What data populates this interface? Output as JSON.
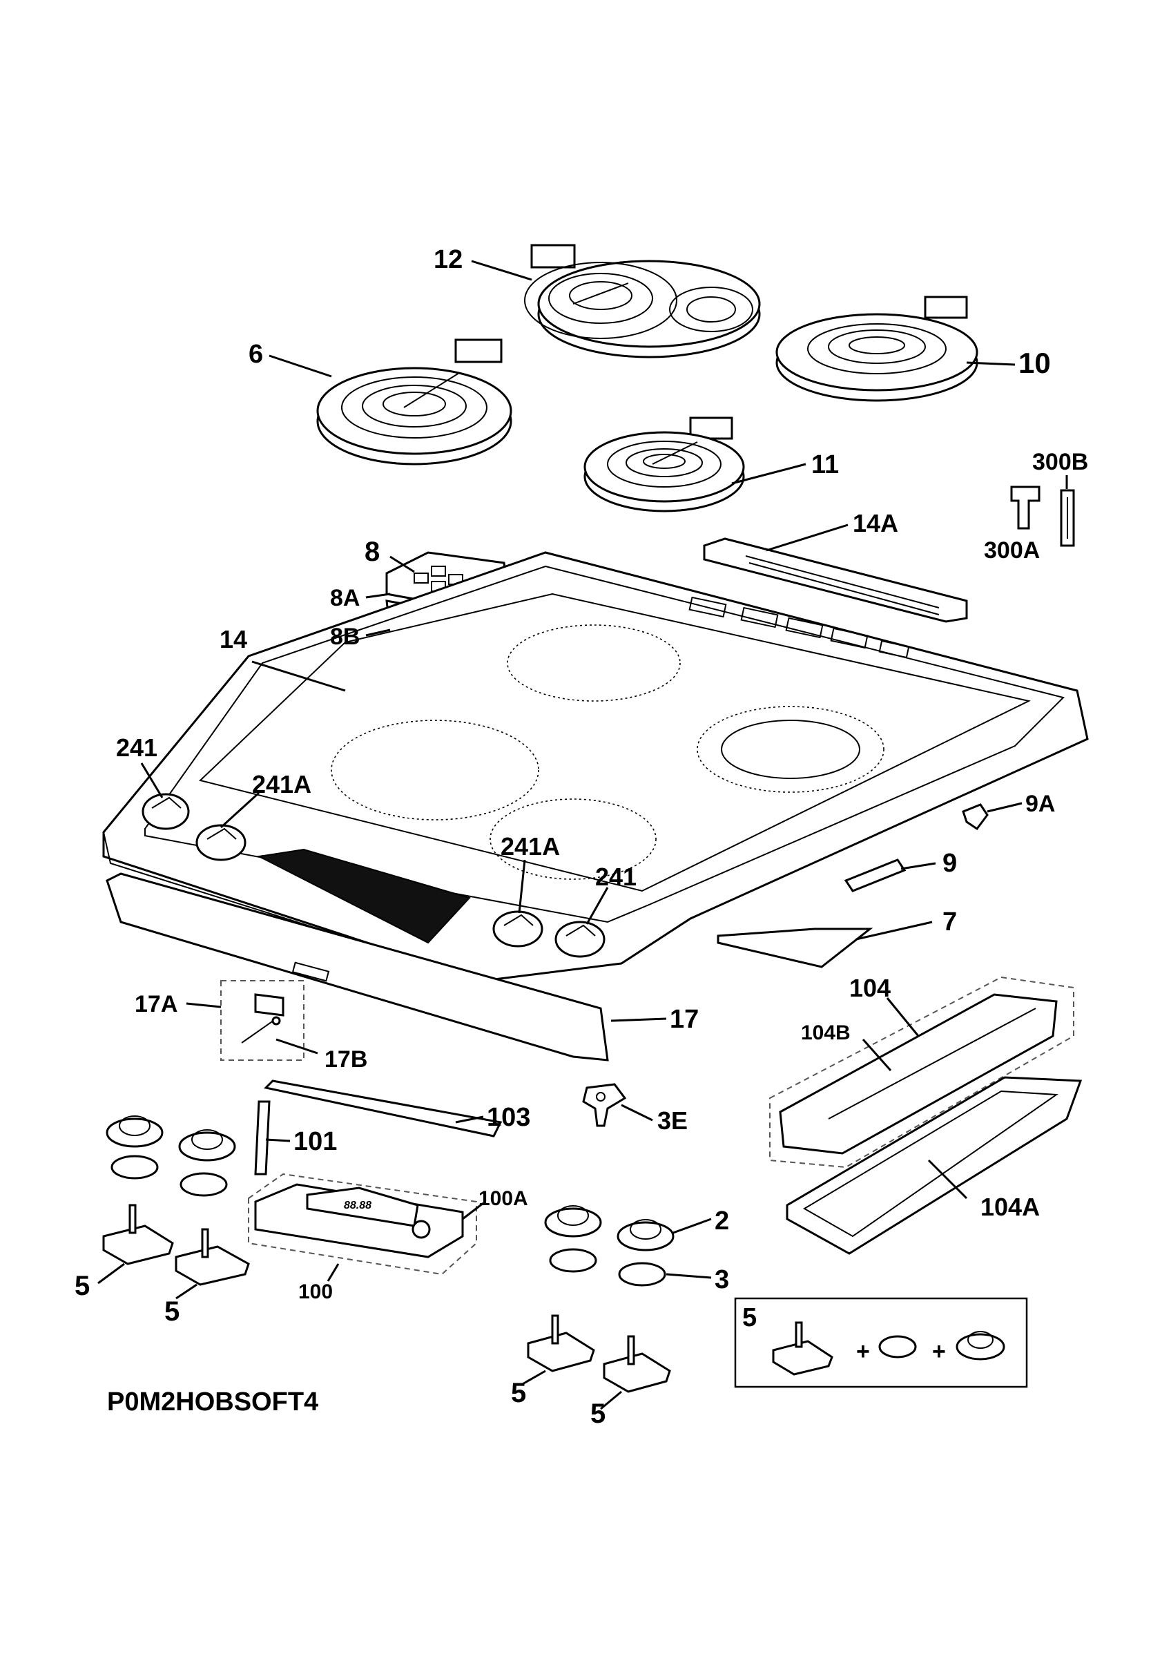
{
  "diagram": {
    "code": "P0M2HOBSOFT4",
    "callouts": [
      {
        "id": "c12",
        "label": "12"
      },
      {
        "id": "c6",
        "label": "6"
      },
      {
        "id": "c10",
        "label": "10"
      },
      {
        "id": "c11",
        "label": "11"
      },
      {
        "id": "c300B",
        "label": "300B"
      },
      {
        "id": "c300A",
        "label": "300A"
      },
      {
        "id": "c14A",
        "label": "14A"
      },
      {
        "id": "c8",
        "label": "8"
      },
      {
        "id": "c8A",
        "label": "8A"
      },
      {
        "id": "c8B",
        "label": "8B"
      },
      {
        "id": "c14",
        "label": "14"
      },
      {
        "id": "c241-left",
        "label": "241"
      },
      {
        "id": "c241A-left",
        "label": "241A"
      },
      {
        "id": "c241A-right",
        "label": "241A"
      },
      {
        "id": "c241-right",
        "label": "241"
      },
      {
        "id": "c9A",
        "label": "9A"
      },
      {
        "id": "c9",
        "label": "9"
      },
      {
        "id": "c7",
        "label": "7"
      },
      {
        "id": "c17A",
        "label": "17A"
      },
      {
        "id": "c17B",
        "label": "17B"
      },
      {
        "id": "c17",
        "label": "17"
      },
      {
        "id": "c104",
        "label": "104"
      },
      {
        "id": "c104B",
        "label": "104B"
      },
      {
        "id": "c104A",
        "label": "104A"
      },
      {
        "id": "c103",
        "label": "103"
      },
      {
        "id": "c101",
        "label": "101"
      },
      {
        "id": "c3E",
        "label": "3E"
      },
      {
        "id": "c100A",
        "label": "100A"
      },
      {
        "id": "c100",
        "label": "100"
      },
      {
        "id": "c2",
        "label": "2"
      },
      {
        "id": "c3",
        "label": "3"
      },
      {
        "id": "c5-a",
        "label": "5"
      },
      {
        "id": "c5-b",
        "label": "5"
      },
      {
        "id": "c5-c",
        "label": "5"
      },
      {
        "id": "c5-d",
        "label": "5"
      },
      {
        "id": "c5-kit",
        "label": "5"
      }
    ],
    "display_readout": "88.88",
    "kit_plus_1": "+",
    "kit_plus_2": "+"
  }
}
